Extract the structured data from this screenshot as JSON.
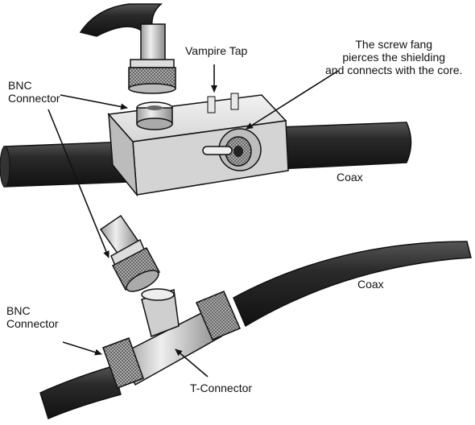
{
  "labels": {
    "vampire_tap": "Vampire Tap",
    "screw_fang": "The screw fang\npierces the shielding\nand connects with the core.",
    "bnc_top": "BNC\nConnector",
    "bnc_bottom": "BNC\nConnector",
    "coax_top": "Coax",
    "coax_bottom": "Coax",
    "t_connector": "T-Connector"
  },
  "colors": {
    "cable": "#222222",
    "box": "#dcdcdc",
    "metal": "#c8c8c8",
    "outline": "#111111"
  }
}
